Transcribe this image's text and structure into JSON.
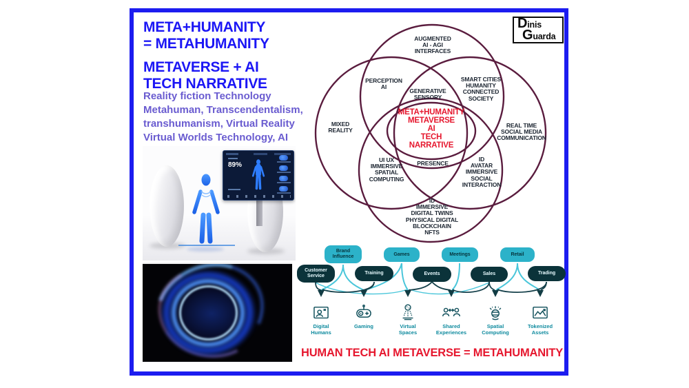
{
  "logo": {
    "line1": "Dinis",
    "line2": "Guarda"
  },
  "header": {
    "title_line1": "META+HUMANITY",
    "title_line2": "= METAHUMANITY",
    "title_line3": "METAVERSE + AI",
    "title_line4": "TECH NARRATIVE",
    "subtitle": "Reality fiction Technology\nMetahuman, Transcendentalism,\ntranshumanism, Virtual Reality\nVirtual Worlds Technology, AI"
  },
  "venn": {
    "augmented": "AUGMENTED\nAI - AGI\nINTERFACES",
    "perception": "PERCEPTION\nAI",
    "generative": "GENERATIVE\nSENSORY",
    "smart_cities": "SMART CITIES\nHUMANITY\nCONNECTED\nSOCIETY",
    "mixed_reality": "MIXED\nREALITY",
    "real_time": "REAL TIME\nSOCIAL MEDIA\nCOMMUNICATION",
    "center": "META+HUMANITY\nMETAVERSE\nAI\nTECH\nNARRATIVE",
    "ui_ux": "UI UX\nIMMERSIVE\nSPATIAL\nCOMPUTING",
    "presence": "PRESENCE",
    "id_avatar": "ID\nAVATAR\nIMMERSIVE\nSOCIAL\nINTERACTION",
    "id_immersive": "ID\nIMMERSIVE\nDIGITAL TWINS\nPHYSICAL DIGITAL\nBLOCKCHAIN\nNFTS"
  },
  "scanner": {
    "percent": "89%"
  },
  "flow": {
    "top_bubbles": [
      "Brand\nInfluence",
      "Games",
      "Meetings",
      "Retail"
    ],
    "bottom_bubbles": [
      "Customer\nService",
      "Training",
      "Events",
      "Sales",
      "Trading"
    ]
  },
  "icons": {
    "items": [
      {
        "label": "Digital\nHumans"
      },
      {
        "label": "Gaming"
      },
      {
        "label": "Virtual\nSpaces"
      },
      {
        "label": "Shared\nExperiences"
      },
      {
        "label": "Spatial\nComputing"
      },
      {
        "label": "Tokenized\nAssets"
      }
    ]
  },
  "footer": {
    "headline": "HUMAN TECH AI METAVERSE = METAHUMANITY"
  },
  "colors": {
    "frame_blue": "#1c1cf0",
    "title_blue": "#1b16f5",
    "subtitle_purple": "#6a5cd0",
    "venn_stroke": "#5a1c3e",
    "accent_red": "#e6172e",
    "bubble_cyan": "#2cb2c9",
    "bubble_dark": "#0b333a",
    "icon_teal": "#11505b",
    "icon_label_teal": "#0e8a9e"
  }
}
